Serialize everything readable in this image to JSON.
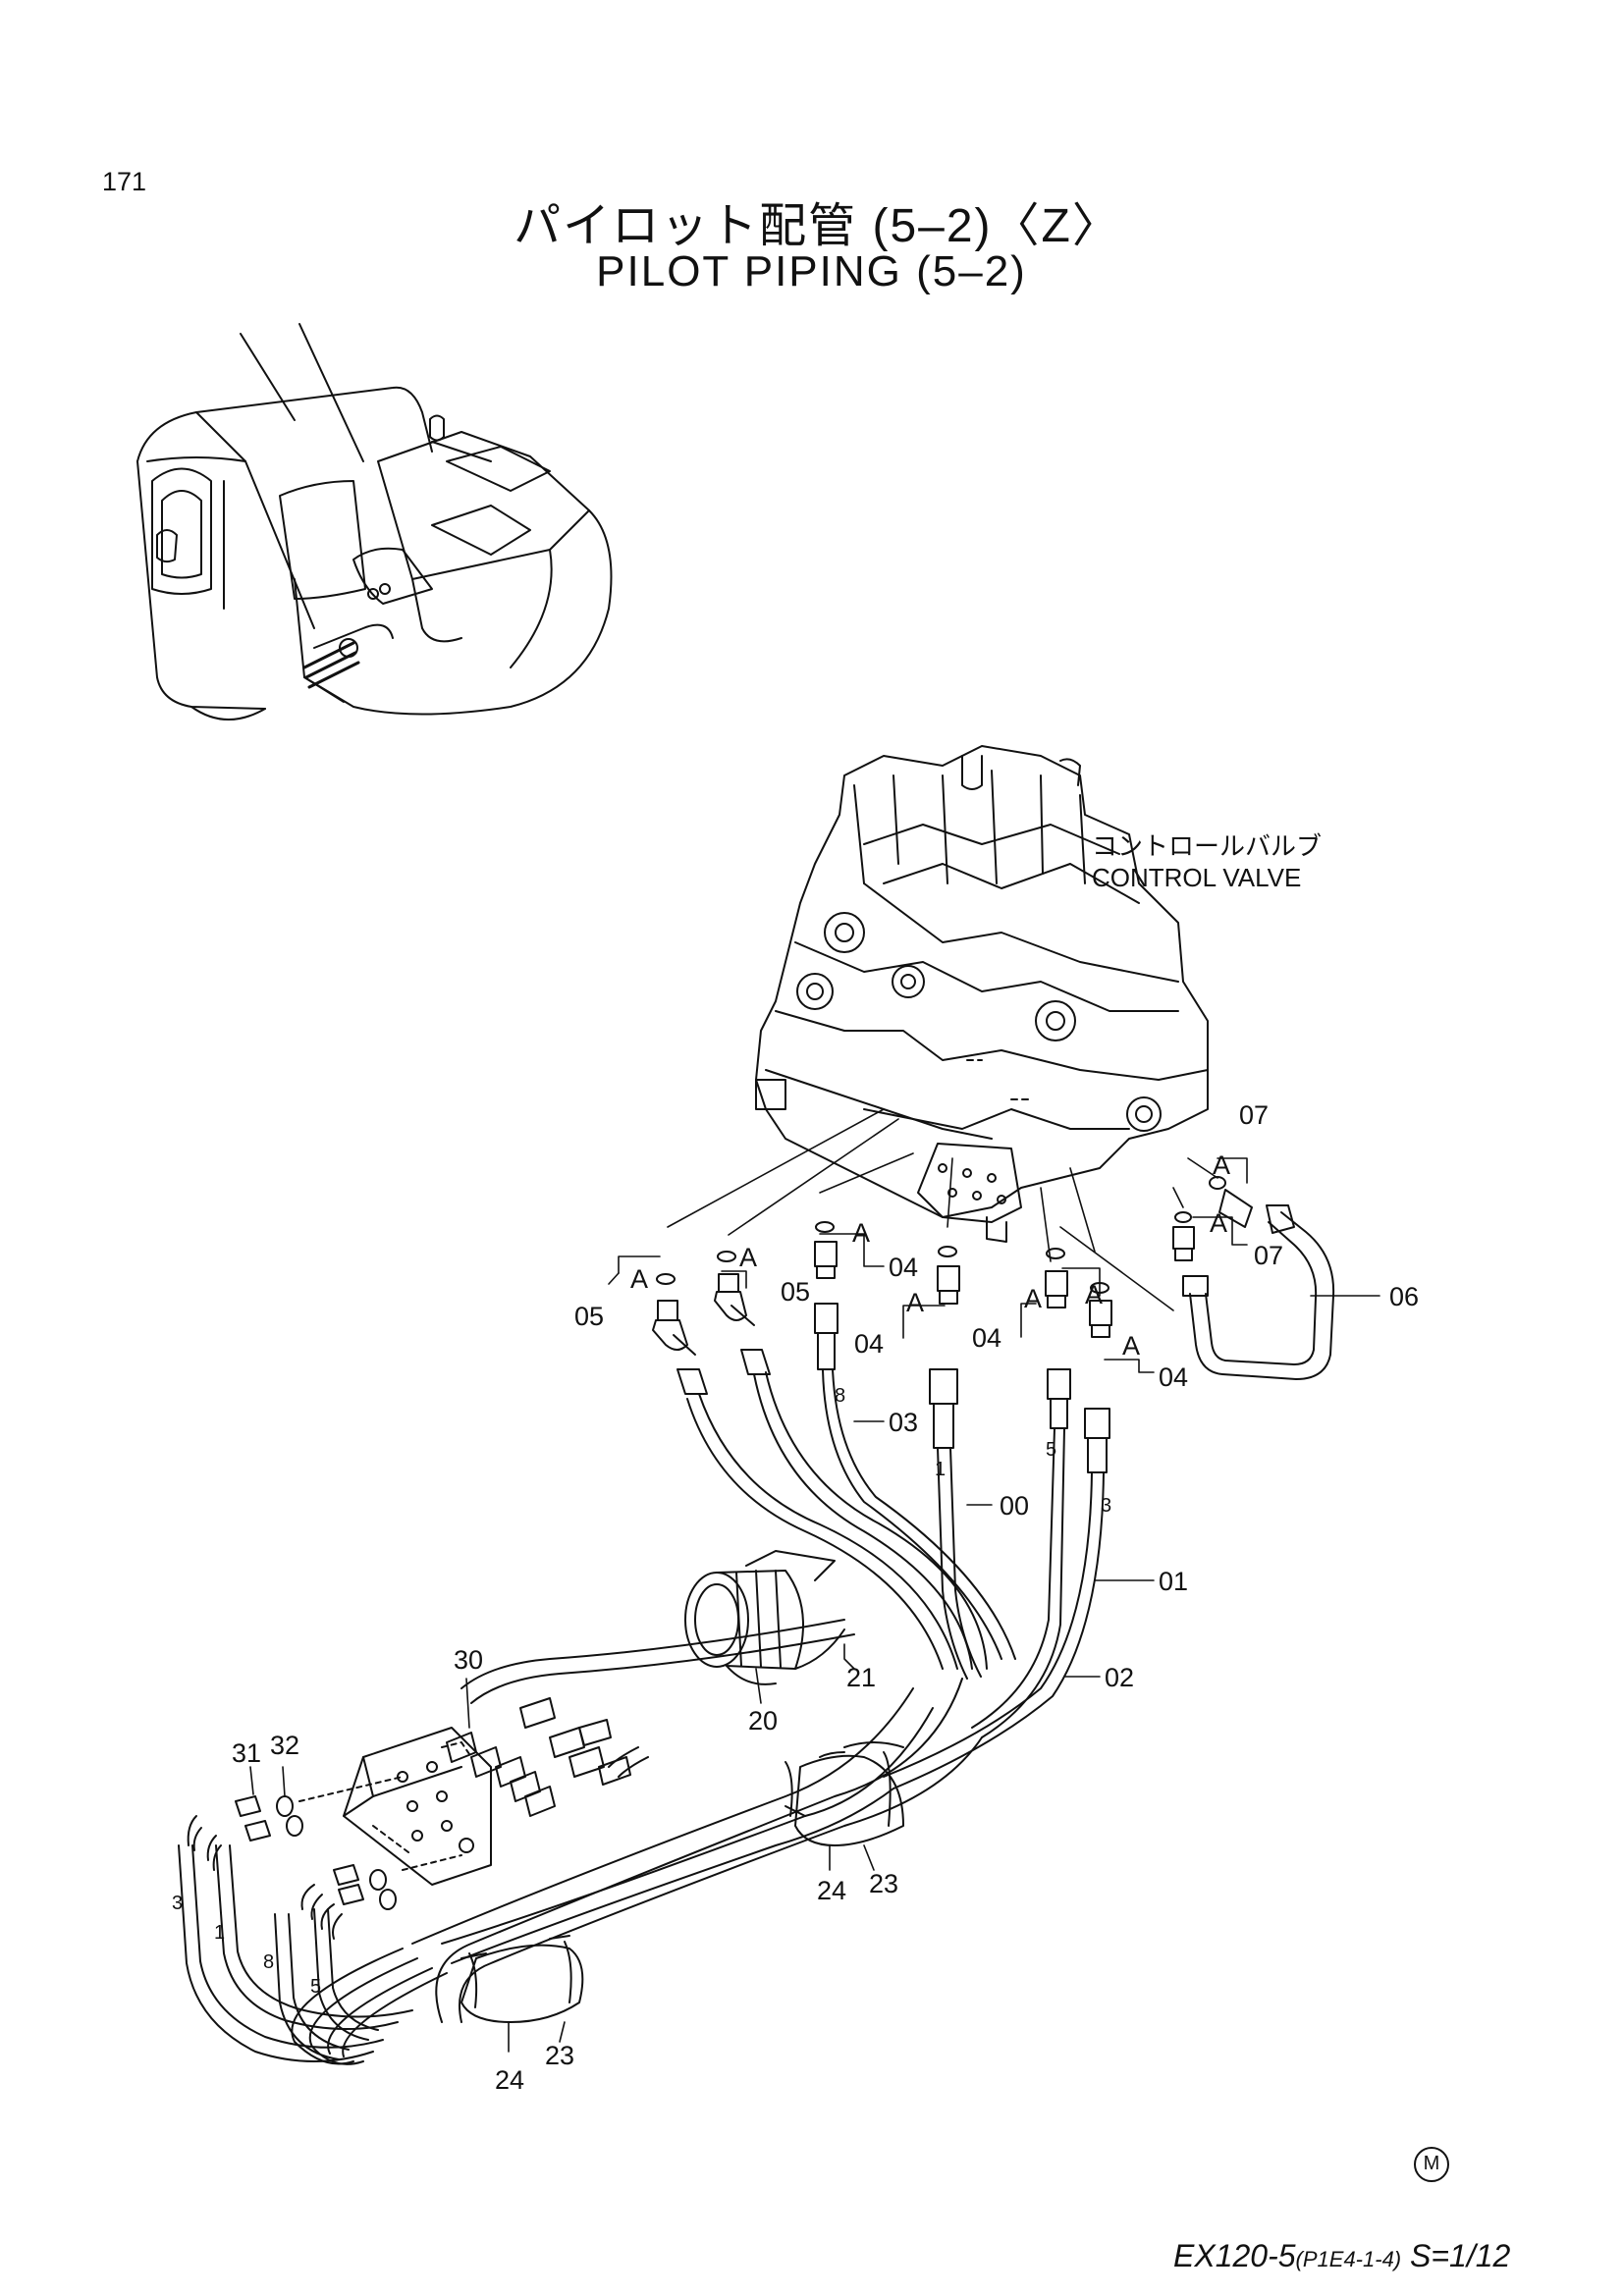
{
  "header": {
    "page_number": "171",
    "title_jp": "パイロット配管 (5–2)〈Z〉",
    "title_en": "PILOT PIPING (5–2)"
  },
  "component_label": {
    "jp": "コントロールバルブ",
    "en": "CONTROL VALVE"
  },
  "callouts": {
    "p00": "00",
    "p01": "01",
    "p02": "02",
    "p03": "03",
    "p04a": "04",
    "p04b": "04",
    "p04c": "04",
    "p04d": "04",
    "p05a": "05",
    "p05b": "05",
    "p06": "06",
    "p07a": "07",
    "p07b": "07",
    "p20": "20",
    "p21": "21",
    "p23a": "23",
    "p23b": "23",
    "p24a": "24",
    "p24b": "24",
    "p30": "30",
    "p31": "31",
    "p32": "32"
  },
  "detail_marks": {
    "a1": "A",
    "a2": "A",
    "a3": "A",
    "a4": "A",
    "a5": "A",
    "a6": "A",
    "a7": "A",
    "a8": "A",
    "a9": "A"
  },
  "hose_numbers": {
    "h8_top": "8",
    "h1_top": "1",
    "h5_top": "5",
    "h3_top": "3",
    "h3_bot": "3",
    "h1_bot": "1",
    "h8_bot": "8",
    "h5_bot": "5"
  },
  "footer": {
    "mark": "M",
    "model": "EX120-5",
    "ref": "(P1E4-1-4)",
    "scale": "S=1/12"
  }
}
